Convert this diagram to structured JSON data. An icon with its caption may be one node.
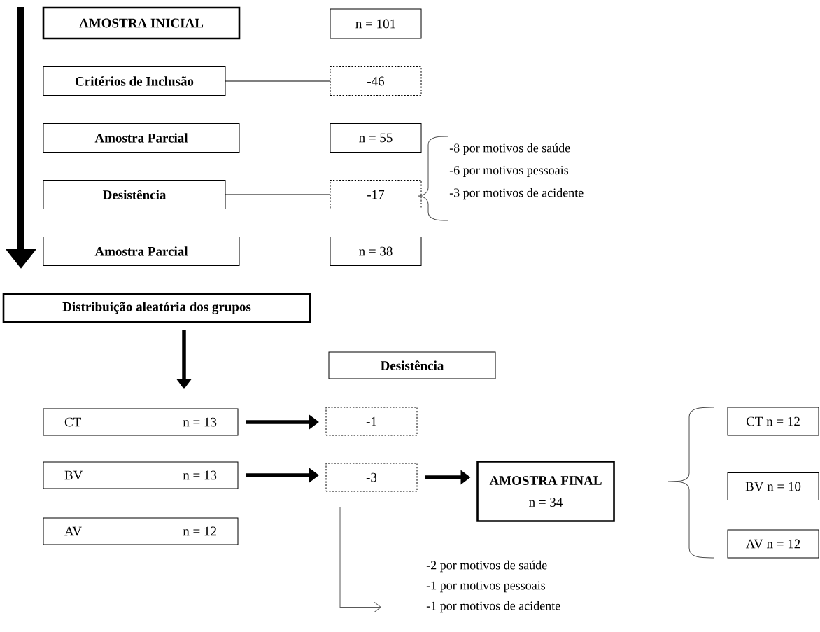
{
  "diagram": {
    "nodes": [
      {
        "text": [
          "AMOSTRA INICIAL"
        ]
      },
      {
        "text": [
          "n = 101"
        ]
      },
      {
        "text": [
          "Critérios de Inclusão"
        ]
      },
      {
        "text": [
          "-46"
        ]
      },
      {
        "text": [
          "Amostra Parcial"
        ]
      },
      {
        "text": [
          "n = 55"
        ]
      },
      {
        "text": [
          "Desistência"
        ]
      },
      {
        "text": [
          "-17"
        ]
      },
      {
        "text": [
          "Amostra Parcial"
        ]
      },
      {
        "text": [
          "n = 38"
        ]
      },
      {
        "text": [
          "Distribuição aleatória dos grupos"
        ]
      },
      {
        "text": [
          "Desistência"
        ]
      },
      {
        "text": [
          "CT",
          "n = 13"
        ]
      },
      {
        "text": [
          "-1"
        ]
      },
      {
        "text": [
          "BV",
          "n = 13"
        ]
      },
      {
        "text": [
          "-3"
        ]
      },
      {
        "text": [
          "AMOSTRA FINAL",
          "n = 34"
        ]
      },
      {
        "text": [
          "AV",
          "n = 12"
        ]
      },
      {
        "text": [
          "CT n = 12"
        ]
      },
      {
        "text": [
          "BV n = 10"
        ]
      },
      {
        "text": [
          "AV n = 12"
        ]
      },
      {
        "text": [
          "-2 por motivos de saúde",
          "-1 por motivos pessoais",
          "-1 por motivos de acidente"
        ]
      }
    ],
    "edges": [
      {
        "from": 2,
        "to": 3,
        "arrow": "none"
      },
      {
        "from": 6,
        "to": 7,
        "arrow": "none"
      },
      {
        "from": 10,
        "to": 12,
        "arrow": "to"
      },
      {
        "from": 12,
        "to": 13,
        "arrow": "to"
      },
      {
        "from": 14,
        "to": 15,
        "arrow": "to"
      },
      {
        "from": 15,
        "to": 16,
        "arrow": "to"
      },
      {
        "from": 15,
        "to": 21,
        "arrow": "to",
        "color": "#595959"
      }
    ],
    "labels": [
      "-8 por motivos de saúde",
      "-6 por motivos pessoais",
      "-3 por motivos de acidente"
    ]
  }
}
